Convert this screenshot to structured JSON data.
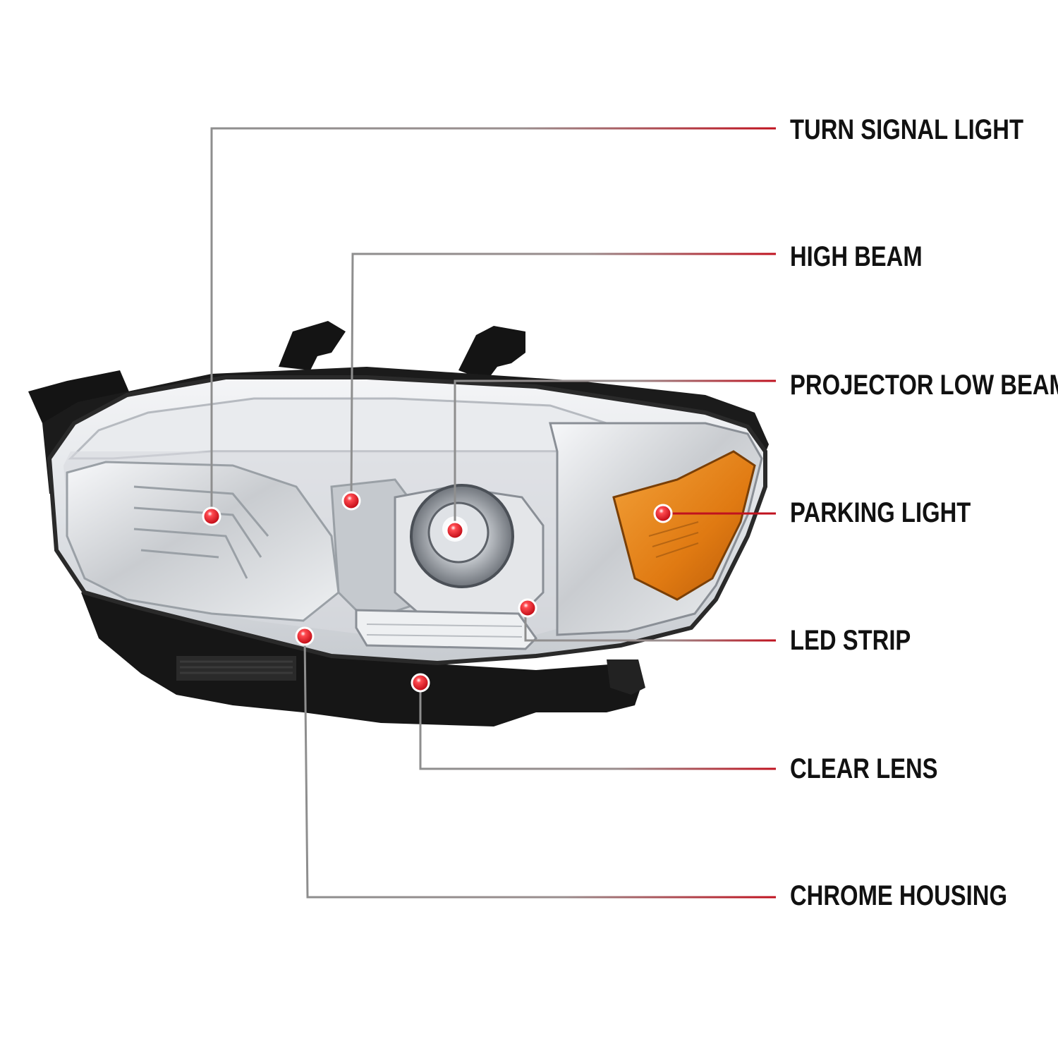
{
  "callouts": [
    {
      "id": "turn",
      "label": "TURN SIGNAL LIGHT"
    },
    {
      "id": "high",
      "label": "HIGH BEAM"
    },
    {
      "id": "proj",
      "label": "PROJECTOR LOW BEAM"
    },
    {
      "id": "park",
      "label": "PARKING LIGHT"
    },
    {
      "id": "led",
      "label": "LED STRIP"
    },
    {
      "id": "clear",
      "label": "CLEAR LENS"
    },
    {
      "id": "chrome",
      "label": "CHROME HOUSING"
    }
  ],
  "colors": {
    "leader_gray": "#8e8e8e",
    "leader_red": "#c0121f",
    "marker_red": "#e0141e",
    "housing_black": "#141414",
    "chrome_light": "#eef0f2",
    "chrome_mid": "#c9ccd0",
    "chrome_dark": "#8a8f96",
    "amber": "#e07a12"
  }
}
